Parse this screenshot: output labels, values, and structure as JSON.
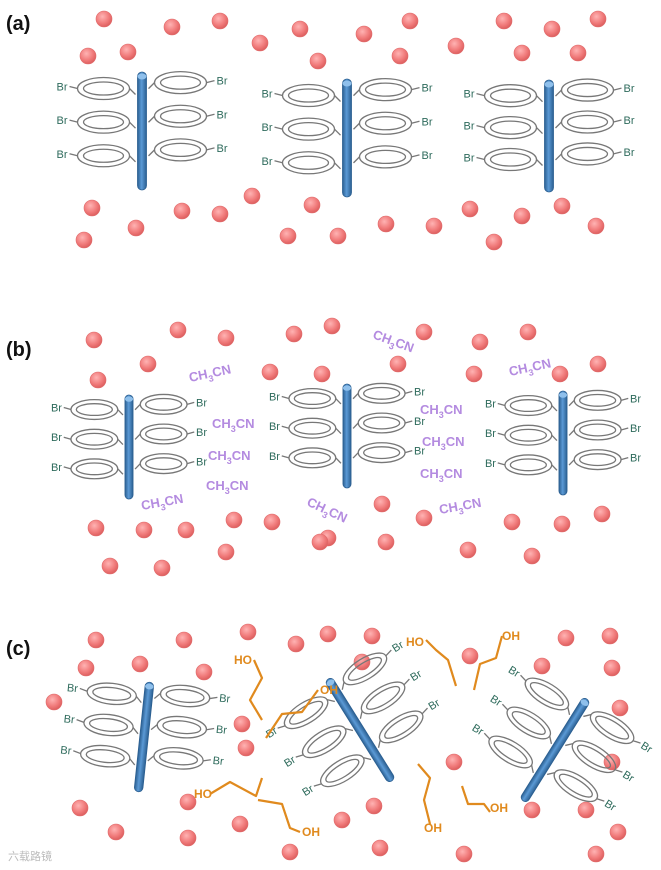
{
  "panels": [
    {
      "label": "(a)"
    },
    {
      "label": "(b)"
    },
    {
      "label": "(c)"
    }
  ],
  "labels": {
    "br": "Br",
    "ch3cn": {
      "c": "CH",
      "sub": "3",
      "cn": "CN"
    },
    "oh": "OH",
    "ho": "HO"
  },
  "watermark": "六载路镜",
  "colors": {
    "rod": "#3e7fbf",
    "rod_dark": "#2b5f91",
    "particle": "#f07a7a",
    "bromine": "#2e6b5c",
    "acetonitrile": "#b48be0",
    "butanediol": "#e08a1e"
  }
}
